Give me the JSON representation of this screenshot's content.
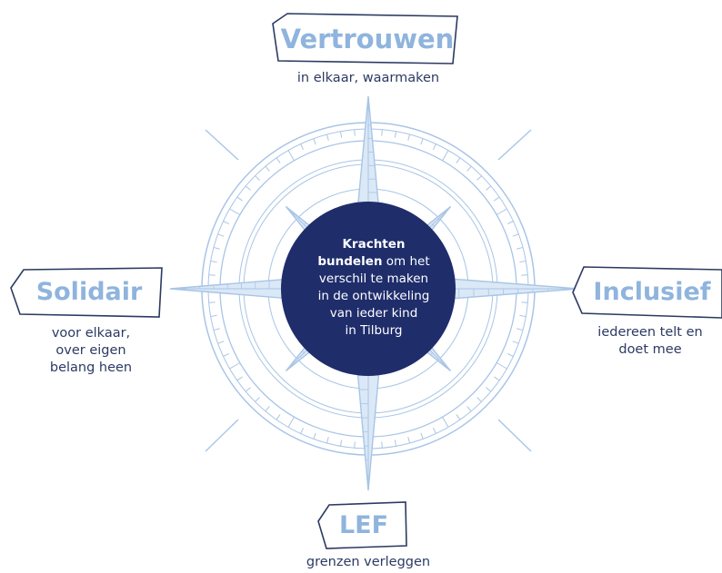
{
  "values": [
    {
      "title": "Vertrouwen",
      "subtitle": [
        "in elkaar, waarmaken"
      ]
    },
    {
      "title": "Solidair",
      "subtitle": [
        "voor elkaar,",
        "over eigen",
        "belang heen"
      ]
    },
    {
      "title": "Inclusief",
      "subtitle": [
        "iedereen telt en",
        "doet mee"
      ]
    },
    {
      "title": "LEF",
      "subtitle": [
        "grenzen verleggen"
      ]
    }
  ],
  "center": {
    "bold_lines": [
      "Krachten",
      "bundelen"
    ],
    "text_after_bold": "om het",
    "lines": [
      "verschil te maken",
      "in de ontwikkeling",
      "van ieder kind",
      "in Tilburg"
    ]
  },
  "colors": {
    "navy": "#1f2d6b",
    "light_blue": "#8fb4dd",
    "stroke_blue": "#a8c5e6",
    "text_dark": "#2c3a63"
  }
}
